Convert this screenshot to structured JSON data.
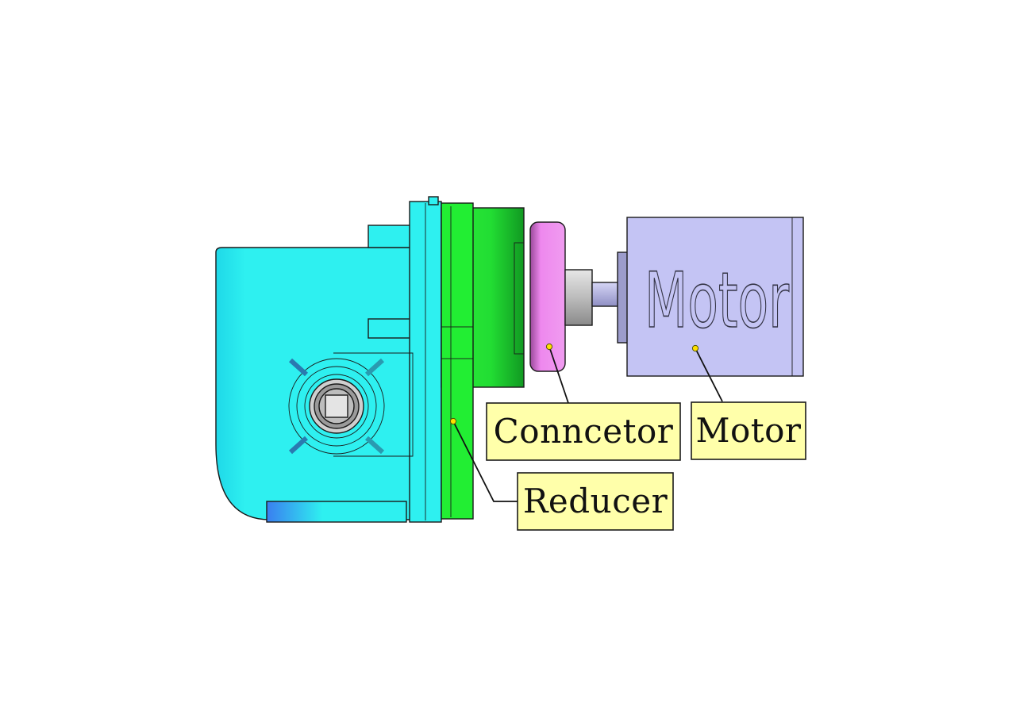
{
  "labels": {
    "connector": "Conncetor",
    "motor": "Motor",
    "reducer": "Reducer",
    "motor_engraving": "Motor"
  },
  "colors": {
    "reducer_housing": "#2ef0f0",
    "reducer_gear_section": "#22ee33",
    "connector": "#ee88ee",
    "motor_body": "#c4c4f4",
    "shaft": "#c0c0c0",
    "callout_fill": "#ffffaa",
    "anchor_dot": "#ffe000"
  }
}
